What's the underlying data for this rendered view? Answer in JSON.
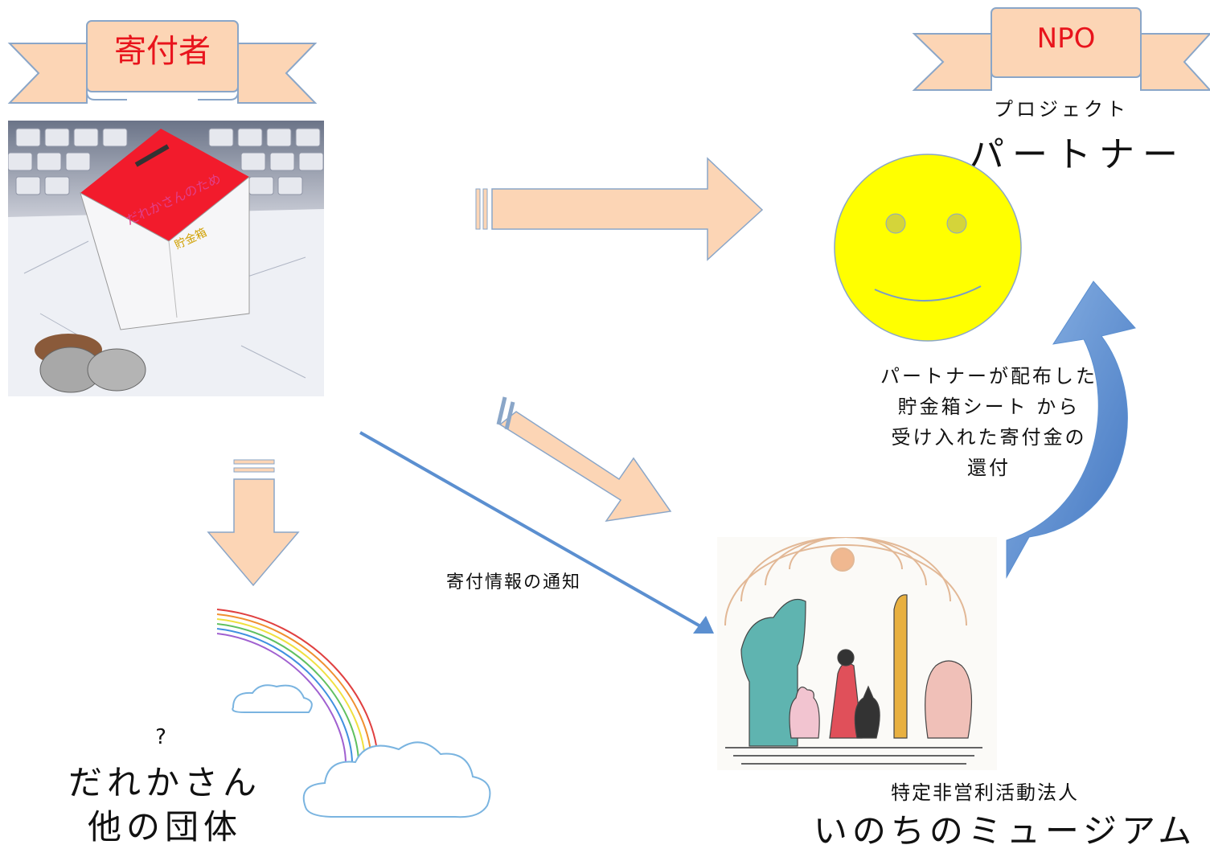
{
  "donor": {
    "title": "寄付者"
  },
  "npo": {
    "title": "NPO",
    "subtitle": "プロジェクト",
    "name": "パートナー"
  },
  "refund_note": {
    "lines": [
      "パートナーが配布した",
      "貯金箱シート から",
      "受け入れた寄付金の",
      "還付"
    ]
  },
  "notify_label": "寄付情報の通知",
  "others": {
    "question": "?",
    "line1": "だれかさん",
    "line2": "他の団体"
  },
  "museum": {
    "type": "特定非営利活動法人",
    "name": "いのちのミュージアム"
  },
  "colors": {
    "banner_fill": "#fcd5b5",
    "banner_stroke": "#8aa6c8",
    "banner_text": "#e8141c",
    "arrow_fill": "#fcd5b5",
    "smiley_fill": "#ffff00",
    "smiley_stroke": "#8aa6c8",
    "curved_arrow": "#5b8fd0"
  }
}
